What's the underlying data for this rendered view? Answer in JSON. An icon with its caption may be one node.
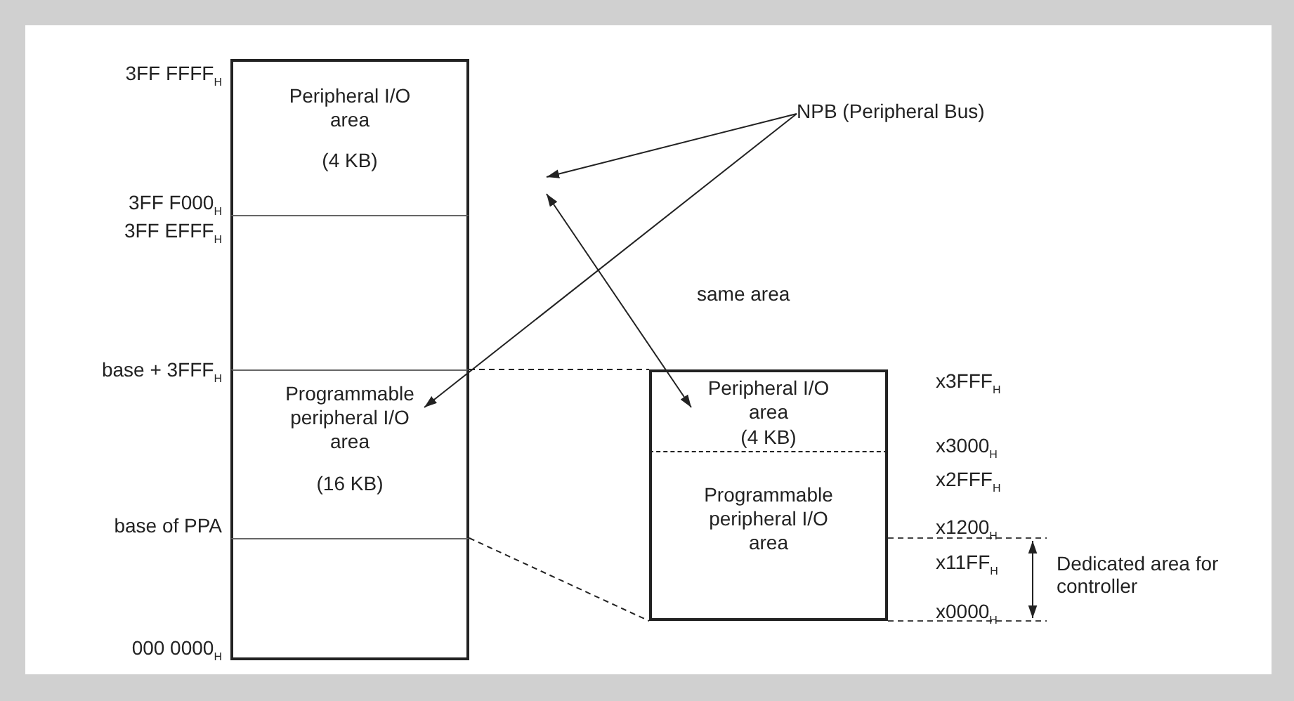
{
  "diagram": {
    "nodes": [
      {
        "text": [
          "Peripheral I/O area",
          "(4 KB)"
        ]
      },
      {
        "text": [],
        "shape": "box"
      },
      {
        "text": [
          "Programmable peripheral I/O area",
          "(16 KB)"
        ]
      },
      {
        "text": [],
        "shape": "box"
      },
      {
        "text": [
          "NPB (Peripheral Bus)"
        ]
      },
      {
        "text": [
          "Peripheral I/O area",
          "(4 KB)"
        ]
      },
      {
        "text": [
          "Programmable peripheral I/O area"
        ]
      }
    ],
    "edges": [
      {
        "from": 4,
        "to": 0,
        "arrow": "to"
      },
      {
        "from": 4,
        "to": 2,
        "arrow": "to"
      },
      {
        "from": 0,
        "to": 5,
        "arrow": "both",
        "label": "same area"
      },
      {
        "from": 2,
        "to": 5,
        "arrow": "none",
        "style": "dashed"
      },
      {
        "from": 2,
        "to": 6,
        "arrow": "none",
        "style": "dashed"
      }
    ],
    "labels": [
      "3FF FFFF$_{H}$",
      "3FF F000$_{H}$",
      "3FF EFFF$_{H}$",
      "base + 3FFF$_{H}$",
      "base of PPA",
      "000 0000$_{H}$",
      "x3FFF$_{H}$",
      "x3000$_{H}$",
      "x2FFF$_{H}$",
      "x1200$_{H}$",
      "x11FF$_{H}$",
      "x0000$_{H}$",
      "Dedicated area for controller"
    ]
  }
}
